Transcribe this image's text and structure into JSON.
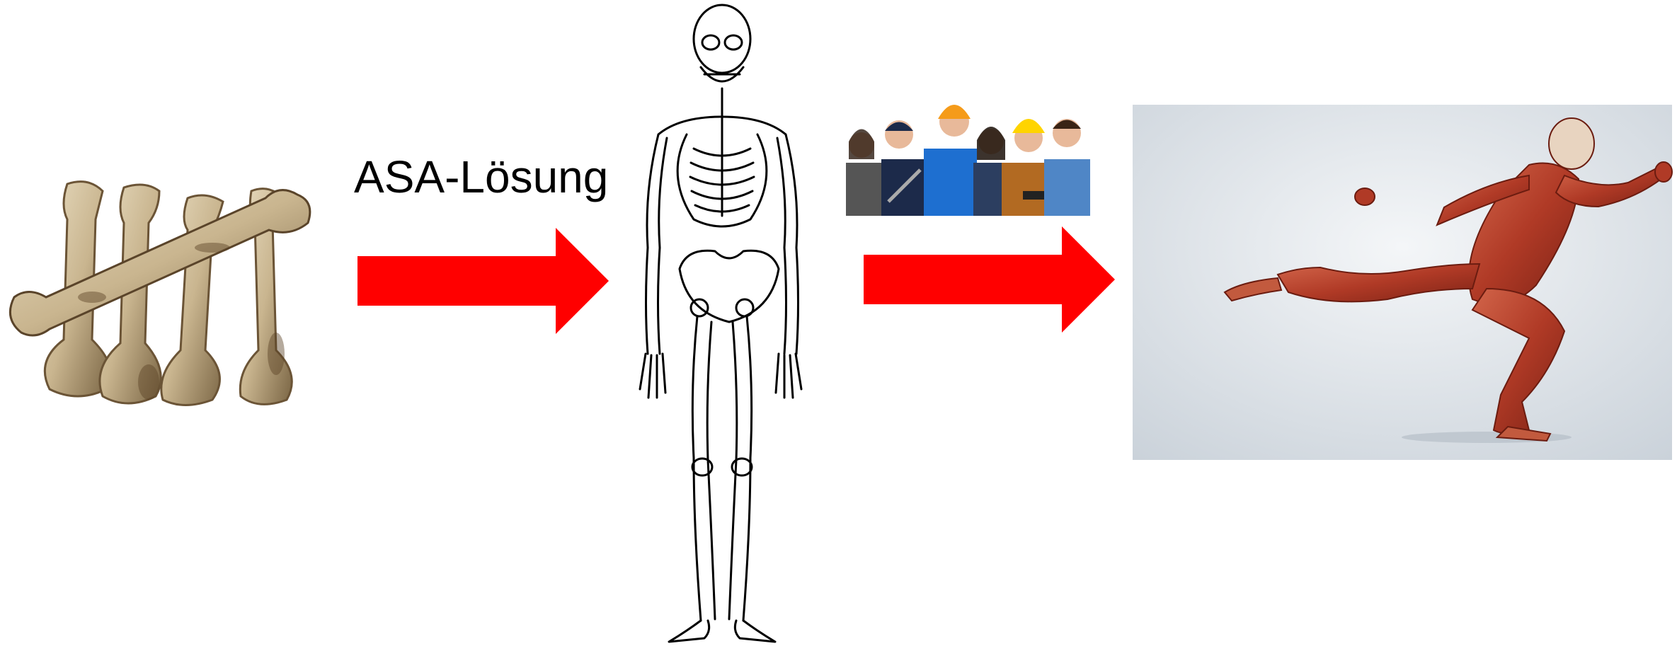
{
  "flow": {
    "label": "ASA-Lösung",
    "arrow_color": "#ff0000",
    "stages": [
      {
        "icon": "bones-image"
      },
      {
        "icon": "skeleton-drawing"
      },
      {
        "icon": "workers-group-photo"
      },
      {
        "icon": "muscular-runner-image"
      }
    ]
  }
}
